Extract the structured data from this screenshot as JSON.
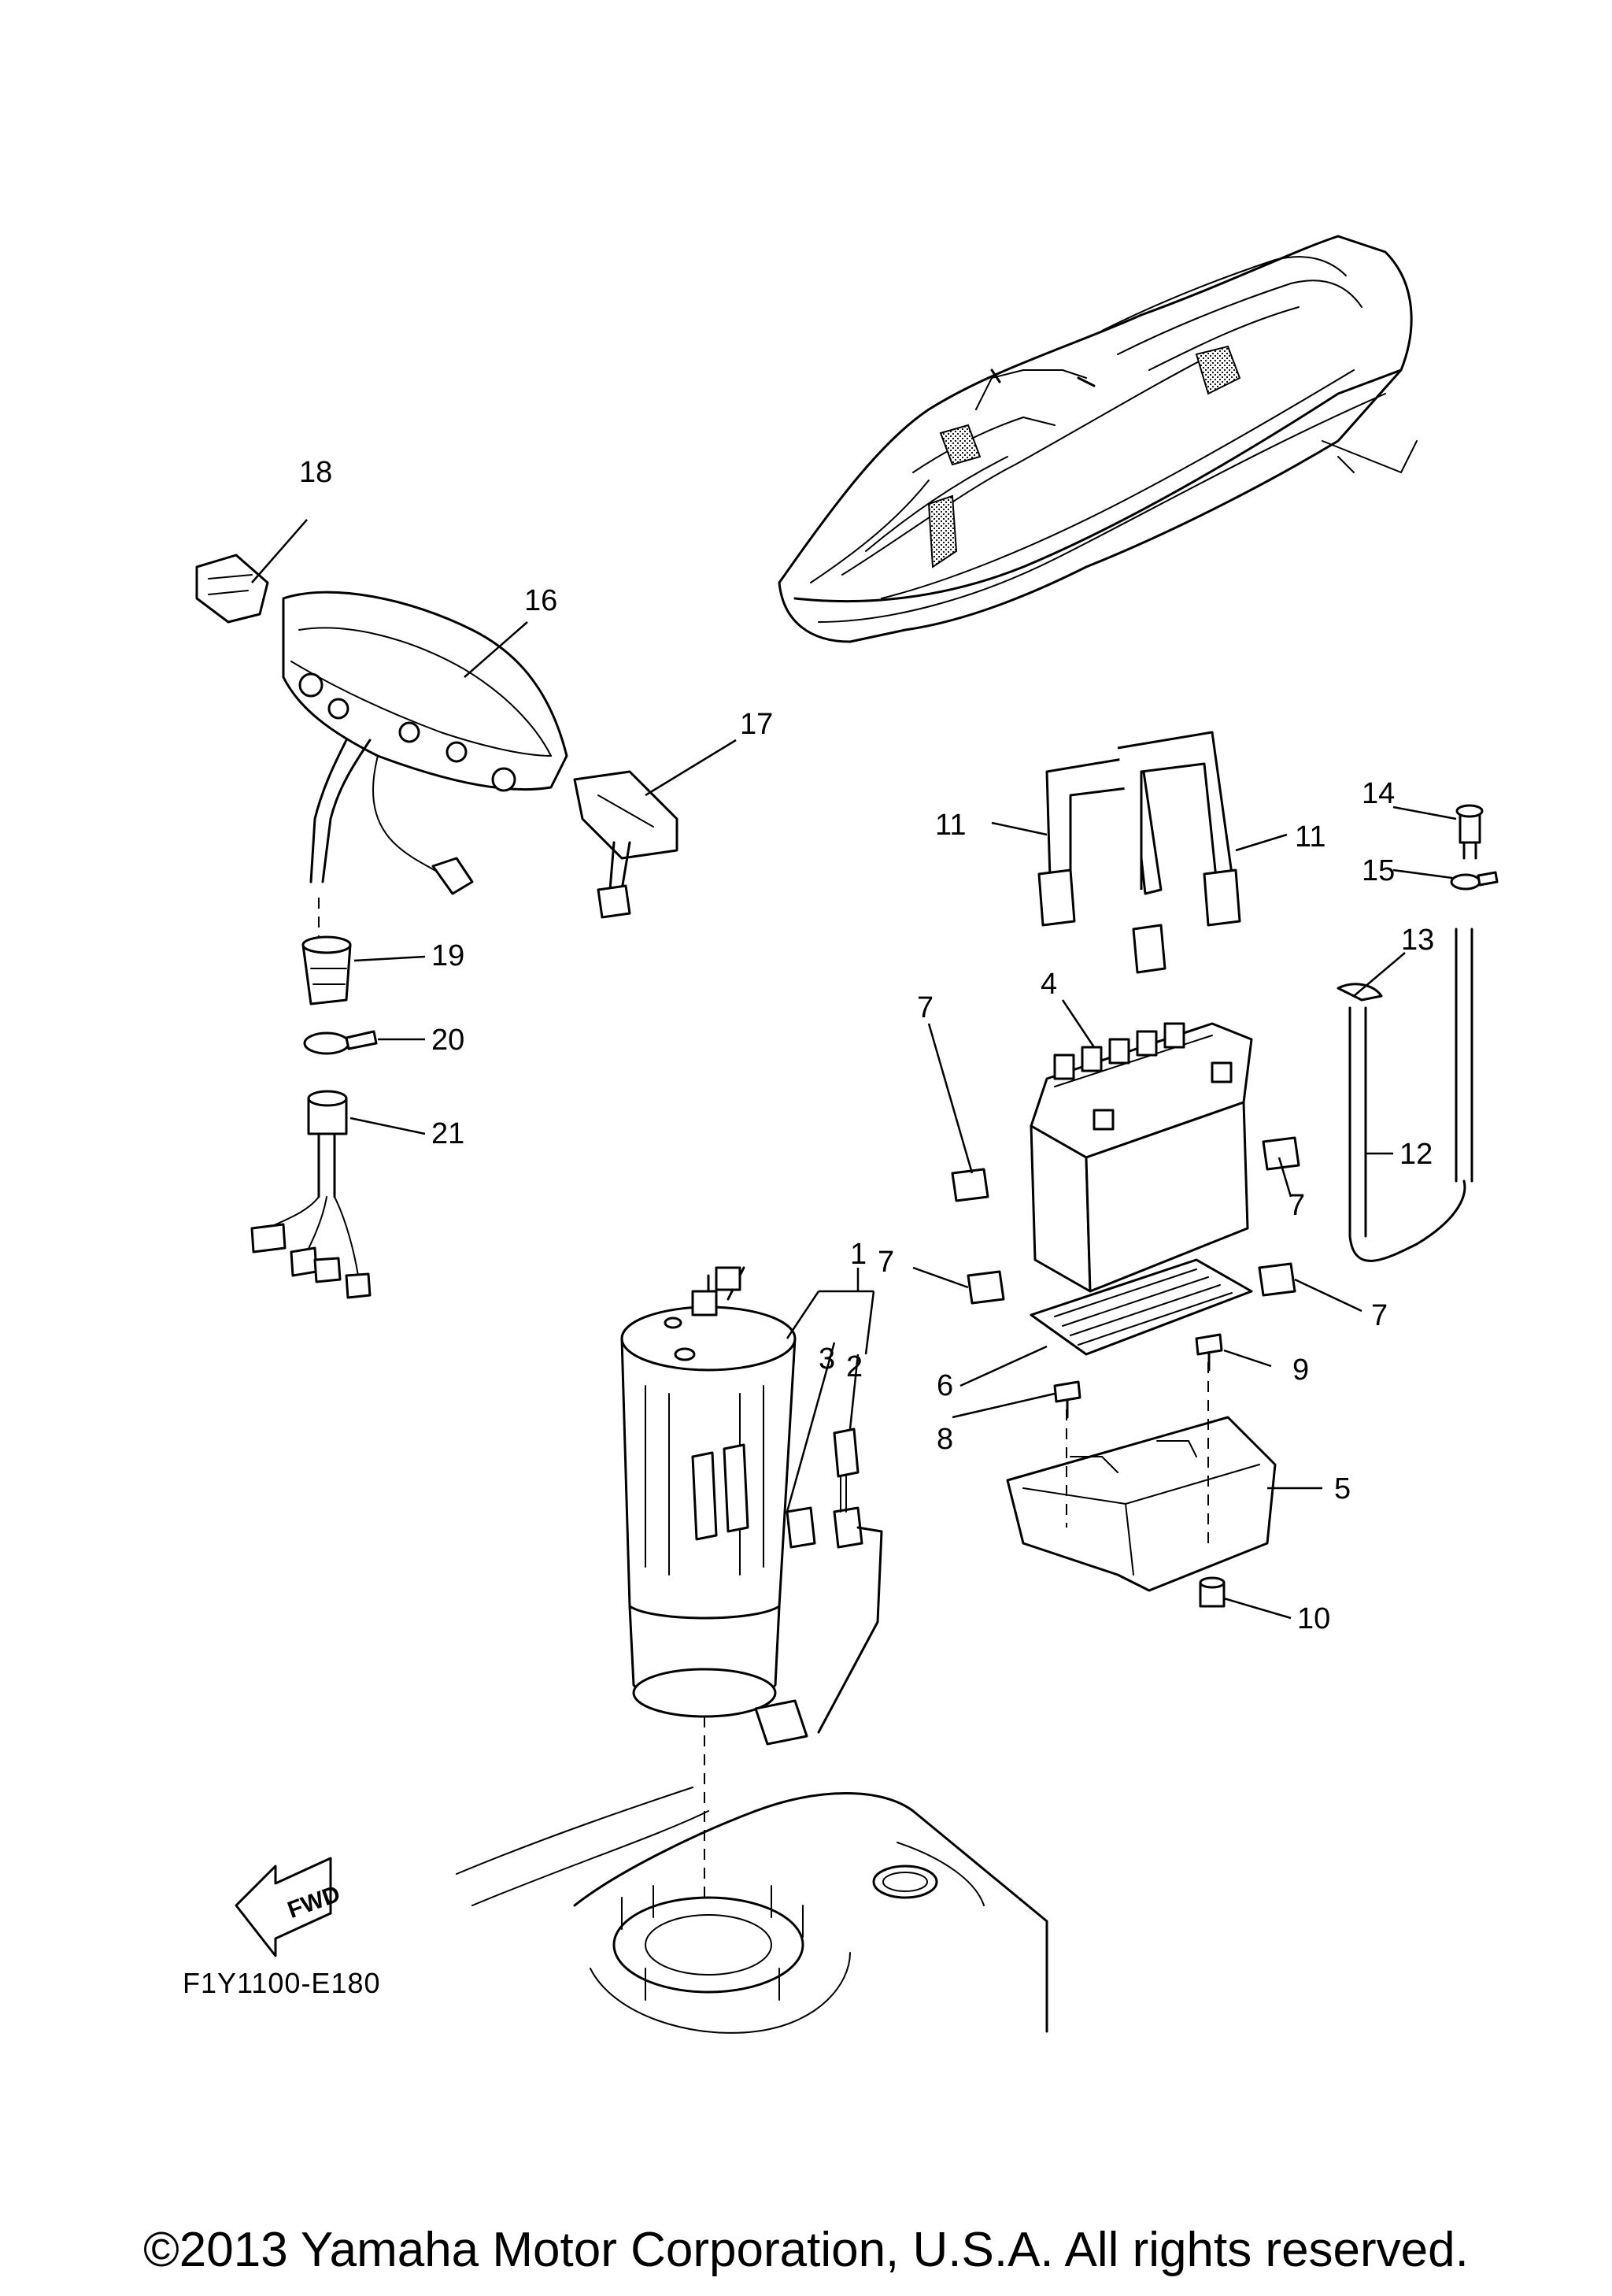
{
  "diagram": {
    "callouts": {
      "c1": "1",
      "c2": "2",
      "c3": "3",
      "c4": "4",
      "c5": "5",
      "c6": "6",
      "c7a": "7",
      "c7b": "7",
      "c7c": "7",
      "c7d": "7",
      "c8": "8",
      "c9": "9",
      "c10": "10",
      "c11a": "11",
      "c11b": "11",
      "c12": "12",
      "c13": "13",
      "c14": "14",
      "c15": "15",
      "c16": "16",
      "c17": "17",
      "c18": "18",
      "c19": "19",
      "c20": "20",
      "c21": "21"
    },
    "fwd_badge": "FWD",
    "code": "F1Y1100-E180"
  },
  "footer": {
    "copyright": "©2013 Yamaha Motor Corporation, U.S.A. All rights reserved."
  }
}
